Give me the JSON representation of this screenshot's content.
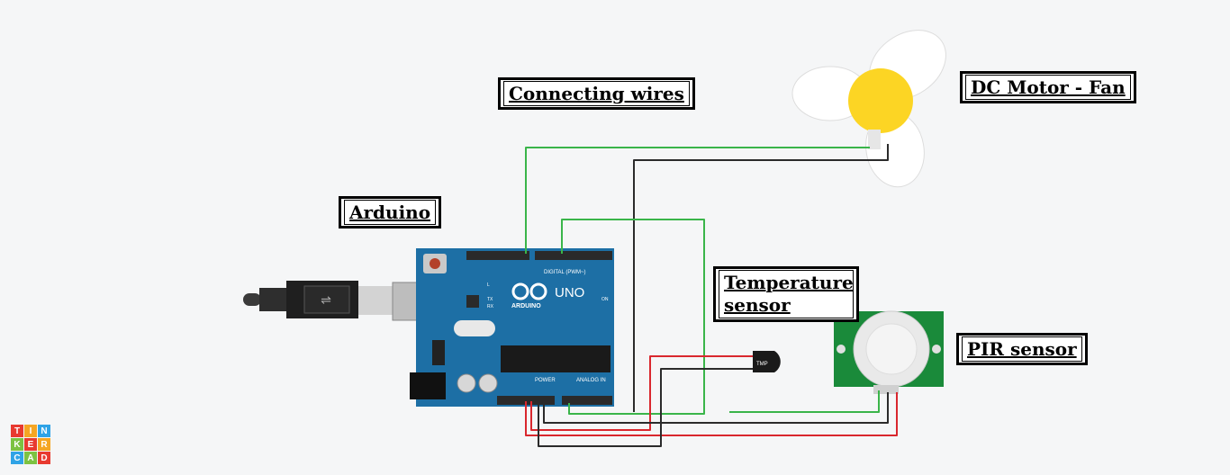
{
  "labels": {
    "connecting_wires": "Connecting wires",
    "dc_motor_fan": "DC Motor - Fan",
    "arduino": "Arduino",
    "temperature_sensor": "Temperature sensor",
    "pir_sensor": "PIR sensor"
  },
  "board": {
    "model": "UNO",
    "brand": "ARDUINO",
    "digital_label": "DIGITAL (PWM~)",
    "power_label": "POWER",
    "analog_label": "ANALOG IN",
    "on_label": "ON",
    "tx_label": "TX",
    "rx_label": "RX",
    "l_label": "L"
  },
  "temp_sensor_mark": "TMP",
  "logo": {
    "letters": [
      "T",
      "I",
      "N",
      "K",
      "E",
      "R",
      "C",
      "A",
      "D"
    ]
  },
  "colors": {
    "board": "#1d6fa5",
    "wire_green": "#3ab54a",
    "wire_black": "#2b2b2b",
    "wire_red": "#d9272e",
    "fan_hub": "#fcd524",
    "pir_board": "#1a8a3a"
  }
}
